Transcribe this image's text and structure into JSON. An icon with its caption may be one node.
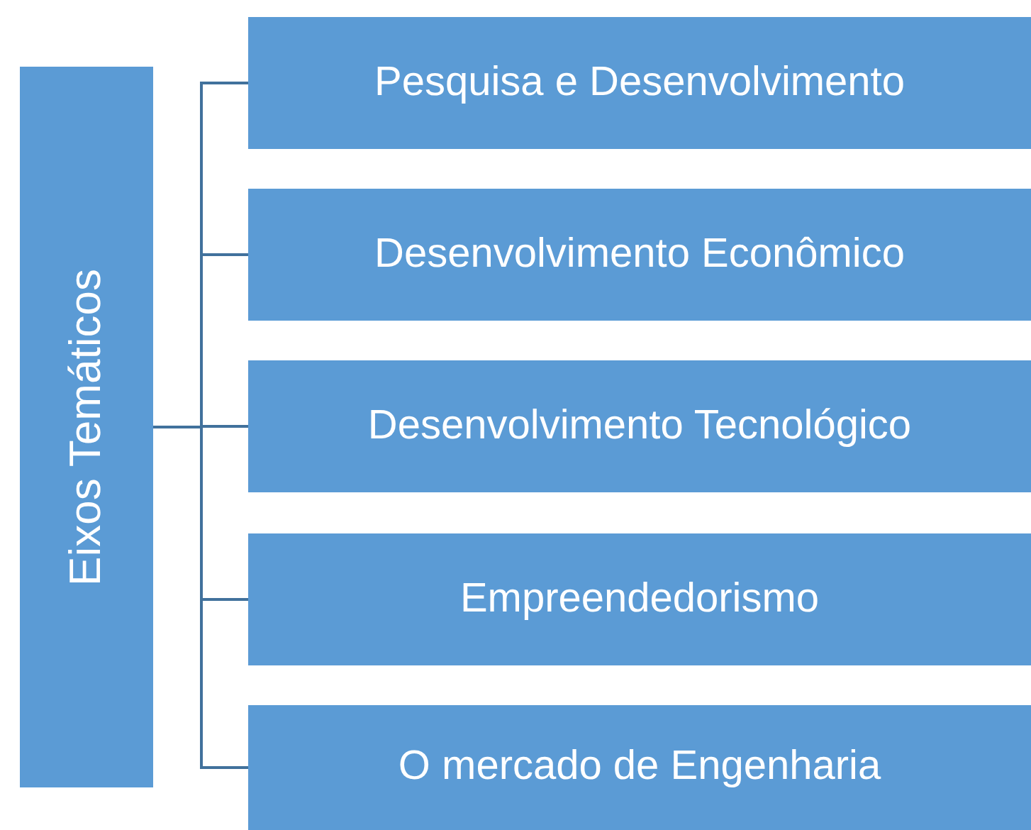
{
  "diagram": {
    "nodes": [
      {
        "text": [
          "Eixos Temáticos"
        ]
      },
      {
        "text": [
          "Pesquisa e Desenvolvimento"
        ]
      },
      {
        "text": [
          "Desenvolvimento Econômico"
        ]
      },
      {
        "text": [
          "Desenvolvimento Tecnológico"
        ]
      },
      {
        "text": [
          "Empreendedorismo"
        ]
      },
      {
        "text": [
          "O mercado de Engenharia"
        ]
      }
    ],
    "edges": [
      {
        "from": 0,
        "to": 1,
        "arrow": "none"
      },
      {
        "from": 0,
        "to": 2,
        "arrow": "none"
      },
      {
        "from": 0,
        "to": 3,
        "arrow": "none"
      },
      {
        "from": 0,
        "to": 4,
        "arrow": "none"
      },
      {
        "from": 0,
        "to": 5,
        "arrow": "none"
      }
    ]
  }
}
